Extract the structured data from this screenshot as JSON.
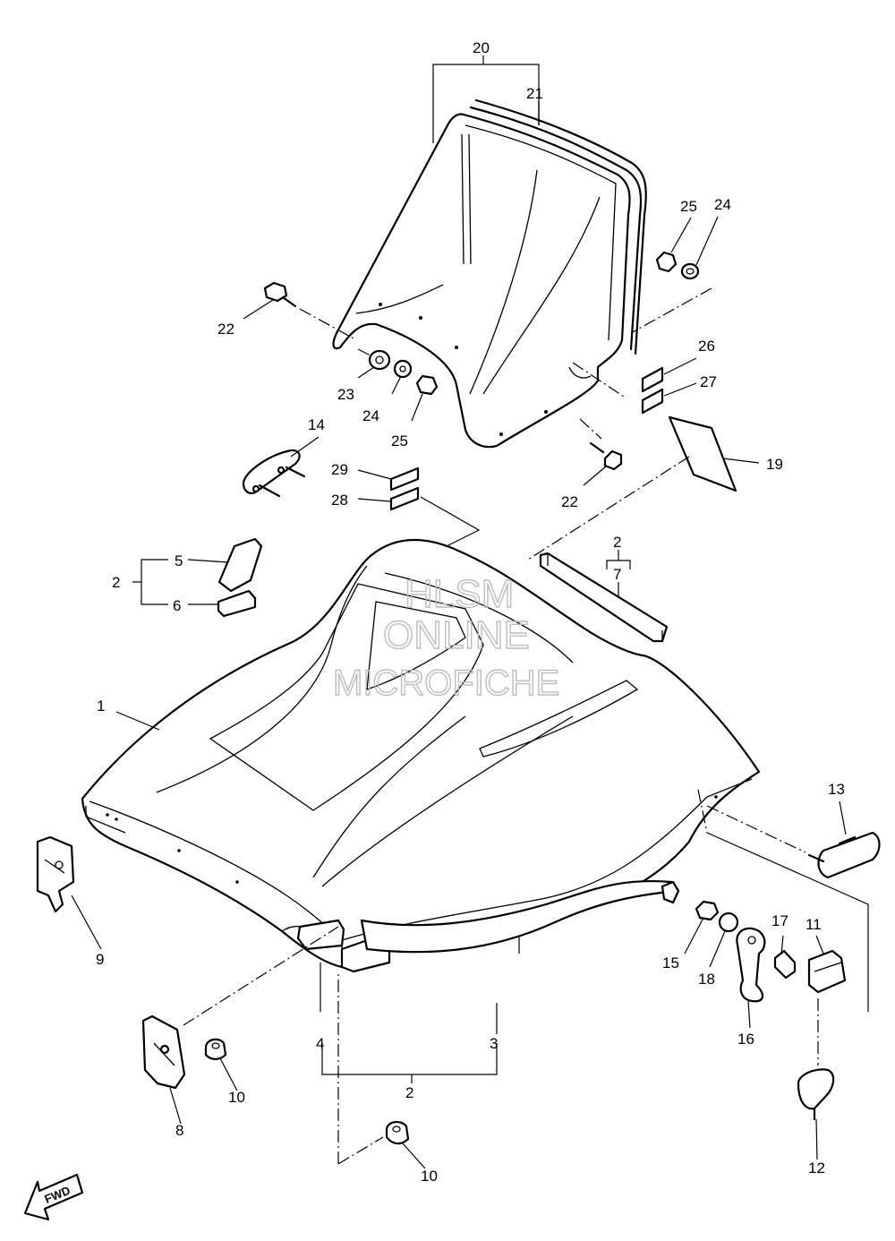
{
  "watermark": {
    "line1": "HLSM",
    "line2": "ONLINE",
    "line3": "MICROFICHE"
  },
  "fwd_label": "FWD",
  "callouts": [
    {
      "id": "c20",
      "text": "20"
    },
    {
      "id": "c21",
      "text": "21"
    },
    {
      "id": "c25a",
      "text": "25"
    },
    {
      "id": "c24a",
      "text": "24"
    },
    {
      "id": "c22a",
      "text": "22"
    },
    {
      "id": "c26",
      "text": "26"
    },
    {
      "id": "c27",
      "text": "27"
    },
    {
      "id": "c23",
      "text": "23"
    },
    {
      "id": "c24b",
      "text": "24"
    },
    {
      "id": "c25b",
      "text": "25"
    },
    {
      "id": "c14",
      "text": "14"
    },
    {
      "id": "c29",
      "text": "29"
    },
    {
      "id": "c28",
      "text": "28"
    },
    {
      "id": "c22b",
      "text": "22"
    },
    {
      "id": "c19",
      "text": "19"
    },
    {
      "id": "c5",
      "text": "5"
    },
    {
      "id": "c2a",
      "text": "2"
    },
    {
      "id": "c6",
      "text": "6"
    },
    {
      "id": "c2b",
      "text": "2"
    },
    {
      "id": "c7",
      "text": "7"
    },
    {
      "id": "c1",
      "text": "1"
    },
    {
      "id": "c13",
      "text": "13"
    },
    {
      "id": "c9",
      "text": "9"
    },
    {
      "id": "c17",
      "text": "17"
    },
    {
      "id": "c11",
      "text": "11"
    },
    {
      "id": "c15",
      "text": "15"
    },
    {
      "id": "c18",
      "text": "18"
    },
    {
      "id": "c4",
      "text": "4"
    },
    {
      "id": "c3",
      "text": "3"
    },
    {
      "id": "c16",
      "text": "16"
    },
    {
      "id": "c10a",
      "text": "10"
    },
    {
      "id": "c8",
      "text": "8"
    },
    {
      "id": "c2c",
      "text": "2"
    },
    {
      "id": "c10b",
      "text": "10"
    },
    {
      "id": "c12",
      "text": "12"
    }
  ]
}
